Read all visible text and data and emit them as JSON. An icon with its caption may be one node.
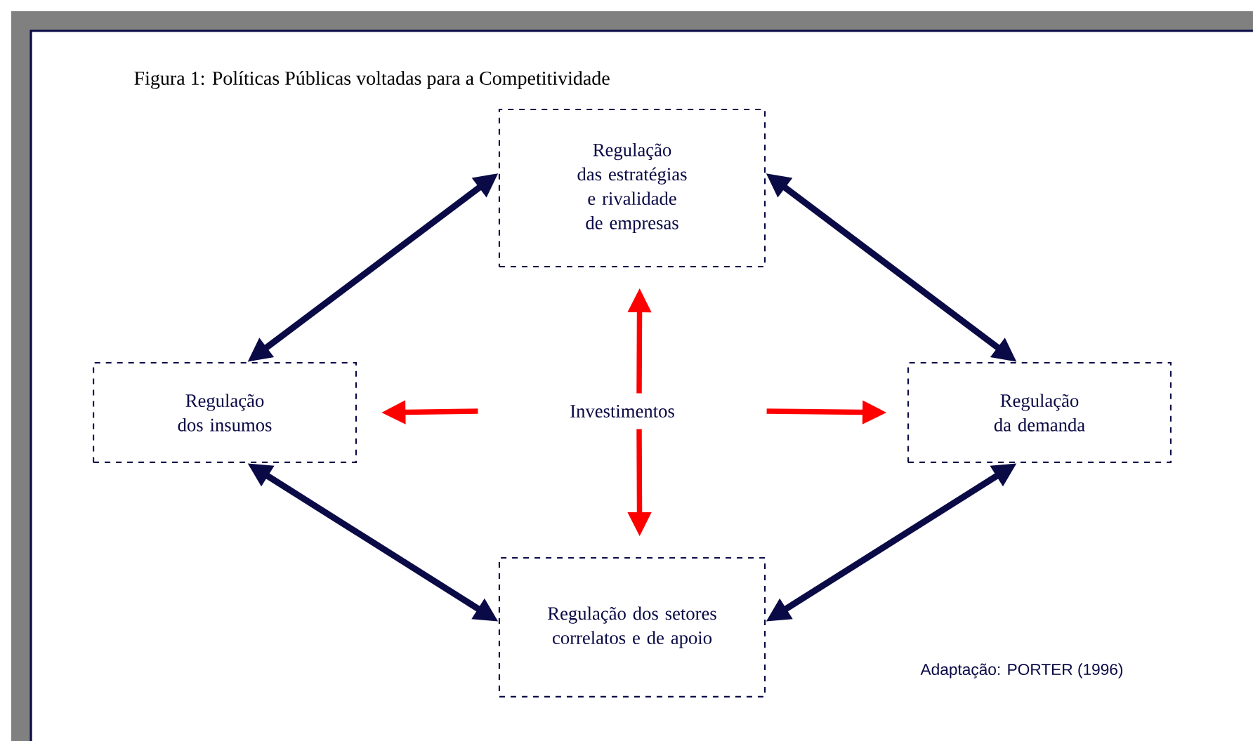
{
  "diagram": {
    "title": "Figura 1: Políticas Públicas voltadas para a Competitividade",
    "nodes": [
      {
        "text": [
          "Regulação das estratégias e rivalidade de empresas"
        ]
      },
      {
        "text": [
          "Regulação dos insumos"
        ]
      },
      {
        "text": [
          "Investimentos"
        ]
      },
      {
        "text": [
          "Regulação da demanda"
        ]
      },
      {
        "text": [
          "Regulação dos setores correlatos e de apoio"
        ]
      }
    ],
    "edges": [
      {
        "from": 1,
        "to": 0,
        "arrow": "both"
      },
      {
        "from": 0,
        "to": 3,
        "arrow": "both"
      },
      {
        "from": 1,
        "to": 4,
        "arrow": "both"
      },
      {
        "from": 4,
        "to": 3,
        "arrow": "both"
      },
      {
        "from": 2,
        "to": 0,
        "arrow": "to",
        "color": "#ff0000"
      },
      {
        "from": 2,
        "to": 1,
        "arrow": "to",
        "color": "#ff0000"
      },
      {
        "from": 2,
        "to": 3,
        "arrow": "to",
        "color": "#ff0000"
      },
      {
        "from": 2,
        "to": 4,
        "arrow": "to",
        "color": "#ff0000"
      }
    ],
    "labels": [
      "Adaptação: PORTER (1996)"
    ]
  }
}
